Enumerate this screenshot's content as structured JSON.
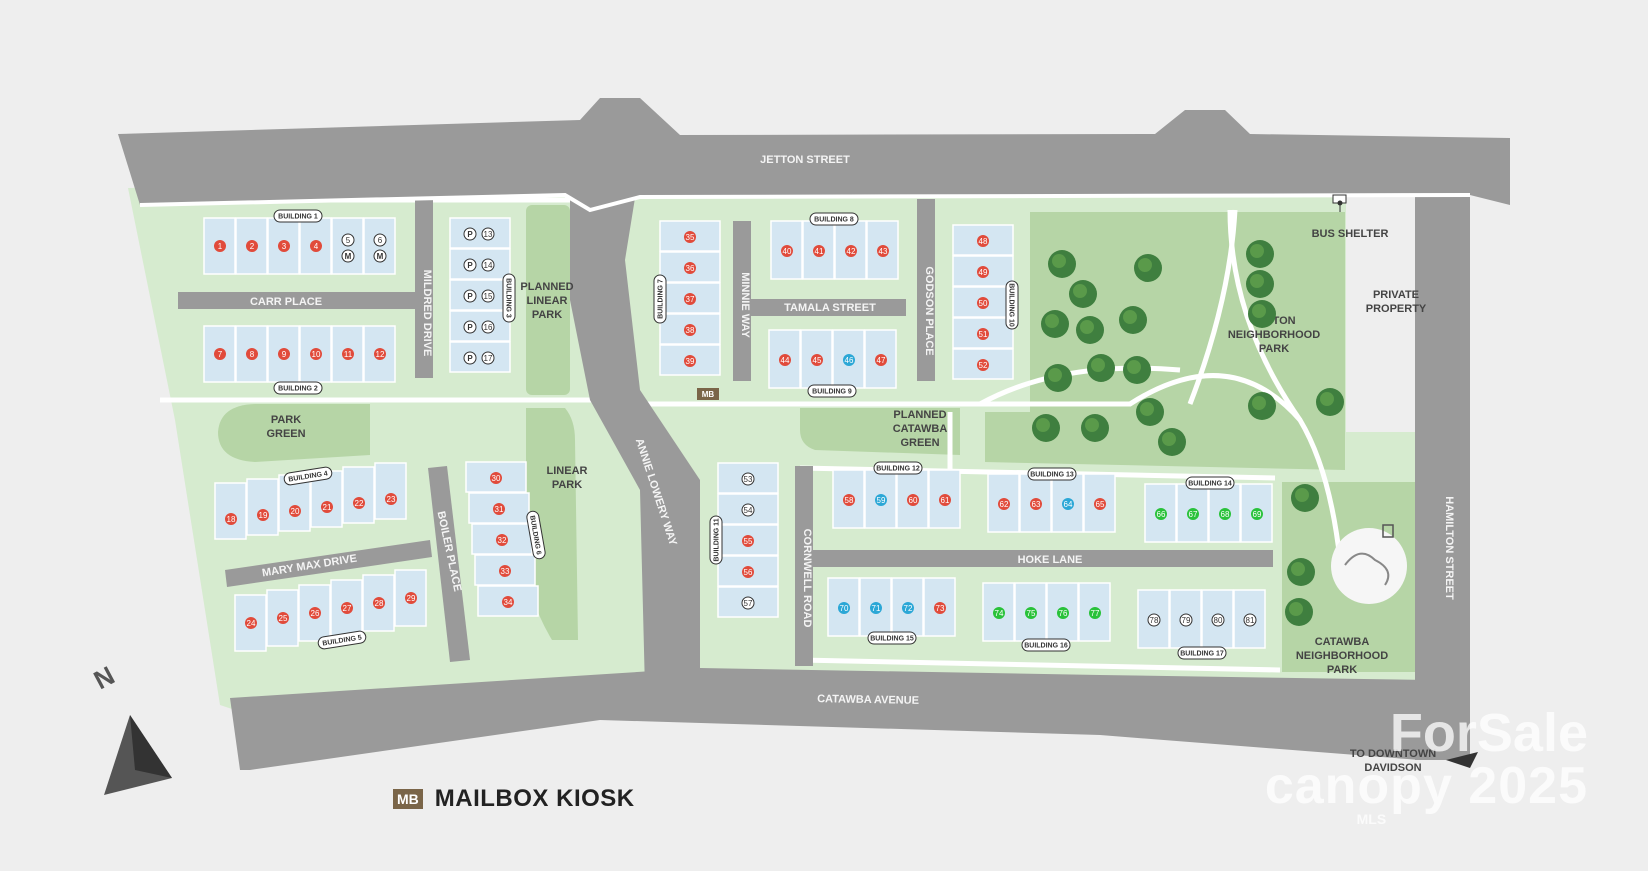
{
  "roads": {
    "jetton_street": "JETTON STREET",
    "catawba_avenue": "CATAWBA AVENUE",
    "hamilton_street": "HAMILTON STREET",
    "annie_lowery_way": "ANNIE LOWERY WAY",
    "mildred_drive": "MILDRED DRIVE",
    "carr_place": "CARR PLACE",
    "mary_max_drive": "MARY MAX DRIVE",
    "boiler_place": "BOILER PLACE",
    "minnie_way": "MINNIE WAY",
    "tamala_street": "TAMALA STREET",
    "godson_place": "GODSON PLACE",
    "cornwell_road": "CORNWELL ROAD",
    "hoke_lane": "HOKE LANE"
  },
  "areas": {
    "planned_linear_park": [
      "PLANNED",
      "LINEAR",
      "PARK"
    ],
    "linear_park": [
      "LINEAR",
      "PARK"
    ],
    "park_green": [
      "PARK",
      "GREEN"
    ],
    "planned_catawba_green": [
      "PLANNED",
      "CATAWBA",
      "GREEN"
    ],
    "jetton_neighborhood_park": [
      "JETTON",
      "NEIGHBORHOOD",
      "PARK"
    ],
    "catawba_neighborhood_park": [
      "CATAWBA",
      "NEIGHBORHOOD",
      "PARK"
    ],
    "private_property": [
      "PRIVATE",
      "PROPERTY"
    ],
    "bus_shelter": "BUS SHELTER",
    "to_downtown": [
      "TO DOWNTOWN",
      "DAVIDSON"
    ]
  },
  "compass": "N",
  "mailbox_marker": "MB",
  "legend": {
    "badge": "MB",
    "label": "MAILBOX KIOSK"
  },
  "watermark": {
    "line1": "ForSale",
    "line2": "canopy 2025",
    "line3": "MLS"
  },
  "status_colors": {
    "red": "#e14b3b",
    "blue": "#2ba7d6",
    "green": "#29c23a",
    "open": "#ffffff"
  },
  "buildings": [
    {
      "name": "BUILDING 1",
      "lots": [
        {
          "n": "1",
          "s": "red"
        },
        {
          "n": "2",
          "s": "red"
        },
        {
          "n": "3",
          "s": "red"
        },
        {
          "n": "4",
          "s": "red"
        },
        {
          "n": "5",
          "s": "open",
          "tag": "M"
        },
        {
          "n": "6",
          "s": "open",
          "tag": "M"
        }
      ]
    },
    {
      "name": "BUILDING 2",
      "lots": [
        {
          "n": "7",
          "s": "red"
        },
        {
          "n": "8",
          "s": "red"
        },
        {
          "n": "9",
          "s": "red"
        },
        {
          "n": "10",
          "s": "red"
        },
        {
          "n": "11",
          "s": "red"
        },
        {
          "n": "12",
          "s": "red"
        }
      ]
    },
    {
      "name": "BUILDING 3",
      "lots": [
        {
          "n": "13",
          "s": "open",
          "tag": "P"
        },
        {
          "n": "14",
          "s": "open",
          "tag": "P"
        },
        {
          "n": "15",
          "s": "open",
          "tag": "P"
        },
        {
          "n": "16",
          "s": "open",
          "tag": "P"
        },
        {
          "n": "17",
          "s": "open",
          "tag": "P"
        }
      ]
    },
    {
      "name": "BUILDING 4",
      "lots": [
        {
          "n": "18",
          "s": "red"
        },
        {
          "n": "19",
          "s": "red"
        },
        {
          "n": "20",
          "s": "red"
        },
        {
          "n": "21",
          "s": "red"
        },
        {
          "n": "22",
          "s": "red"
        },
        {
          "n": "23",
          "s": "red"
        }
      ]
    },
    {
      "name": "BUILDING 5",
      "lots": [
        {
          "n": "24",
          "s": "red"
        },
        {
          "n": "25",
          "s": "red"
        },
        {
          "n": "26",
          "s": "red"
        },
        {
          "n": "27",
          "s": "red"
        },
        {
          "n": "28",
          "s": "red"
        },
        {
          "n": "29",
          "s": "red"
        }
      ]
    },
    {
      "name": "BUILDING 6",
      "lots": [
        {
          "n": "30",
          "s": "red"
        },
        {
          "n": "31",
          "s": "red"
        },
        {
          "n": "32",
          "s": "red"
        },
        {
          "n": "33",
          "s": "red"
        },
        {
          "n": "34",
          "s": "red"
        }
      ]
    },
    {
      "name": "BUILDING 7",
      "lots": [
        {
          "n": "35",
          "s": "red"
        },
        {
          "n": "36",
          "s": "red"
        },
        {
          "n": "37",
          "s": "red"
        },
        {
          "n": "38",
          "s": "red"
        },
        {
          "n": "39",
          "s": "red"
        }
      ]
    },
    {
      "name": "BUILDING 8",
      "lots": [
        {
          "n": "40",
          "s": "red"
        },
        {
          "n": "41",
          "s": "red"
        },
        {
          "n": "42",
          "s": "red"
        },
        {
          "n": "43",
          "s": "red"
        }
      ]
    },
    {
      "name": "BUILDING 9",
      "lots": [
        {
          "n": "44",
          "s": "red"
        },
        {
          "n": "45",
          "s": "red"
        },
        {
          "n": "46",
          "s": "blue"
        },
        {
          "n": "47",
          "s": "red"
        }
      ]
    },
    {
      "name": "BUILDING 10",
      "lots": [
        {
          "n": "48",
          "s": "red"
        },
        {
          "n": "49",
          "s": "red"
        },
        {
          "n": "50",
          "s": "red"
        },
        {
          "n": "51",
          "s": "red"
        },
        {
          "n": "52",
          "s": "red"
        }
      ]
    },
    {
      "name": "BUILDING 11",
      "lots": [
        {
          "n": "53",
          "s": "open"
        },
        {
          "n": "54",
          "s": "open"
        },
        {
          "n": "55",
          "s": "red"
        },
        {
          "n": "56",
          "s": "red"
        },
        {
          "n": "57",
          "s": "open"
        }
      ]
    },
    {
      "name": "BUILDING 12",
      "lots": [
        {
          "n": "58",
          "s": "red"
        },
        {
          "n": "59",
          "s": "blue"
        },
        {
          "n": "60",
          "s": "red"
        },
        {
          "n": "61",
          "s": "red"
        }
      ]
    },
    {
      "name": "BUILDING 13",
      "lots": [
        {
          "n": "62",
          "s": "red"
        },
        {
          "n": "63",
          "s": "red"
        },
        {
          "n": "64",
          "s": "blue"
        },
        {
          "n": "65",
          "s": "red"
        }
      ]
    },
    {
      "name": "BUILDING 14",
      "lots": [
        {
          "n": "66",
          "s": "green"
        },
        {
          "n": "67",
          "s": "green"
        },
        {
          "n": "68",
          "s": "green"
        },
        {
          "n": "69",
          "s": "green"
        }
      ]
    },
    {
      "name": "BUILDING 15",
      "lots": [
        {
          "n": "70",
          "s": "blue"
        },
        {
          "n": "71",
          "s": "blue"
        },
        {
          "n": "72",
          "s": "blue"
        },
        {
          "n": "73",
          "s": "red"
        }
      ]
    },
    {
      "name": "BUILDING 16",
      "lots": [
        {
          "n": "74",
          "s": "green"
        },
        {
          "n": "75",
          "s": "green"
        },
        {
          "n": "76",
          "s": "green"
        },
        {
          "n": "77",
          "s": "green"
        }
      ]
    },
    {
      "name": "BUILDING 17",
      "lots": [
        {
          "n": "78",
          "s": "open"
        },
        {
          "n": "79",
          "s": "open"
        },
        {
          "n": "80",
          "s": "open"
        },
        {
          "n": "81",
          "s": "open"
        }
      ]
    }
  ]
}
